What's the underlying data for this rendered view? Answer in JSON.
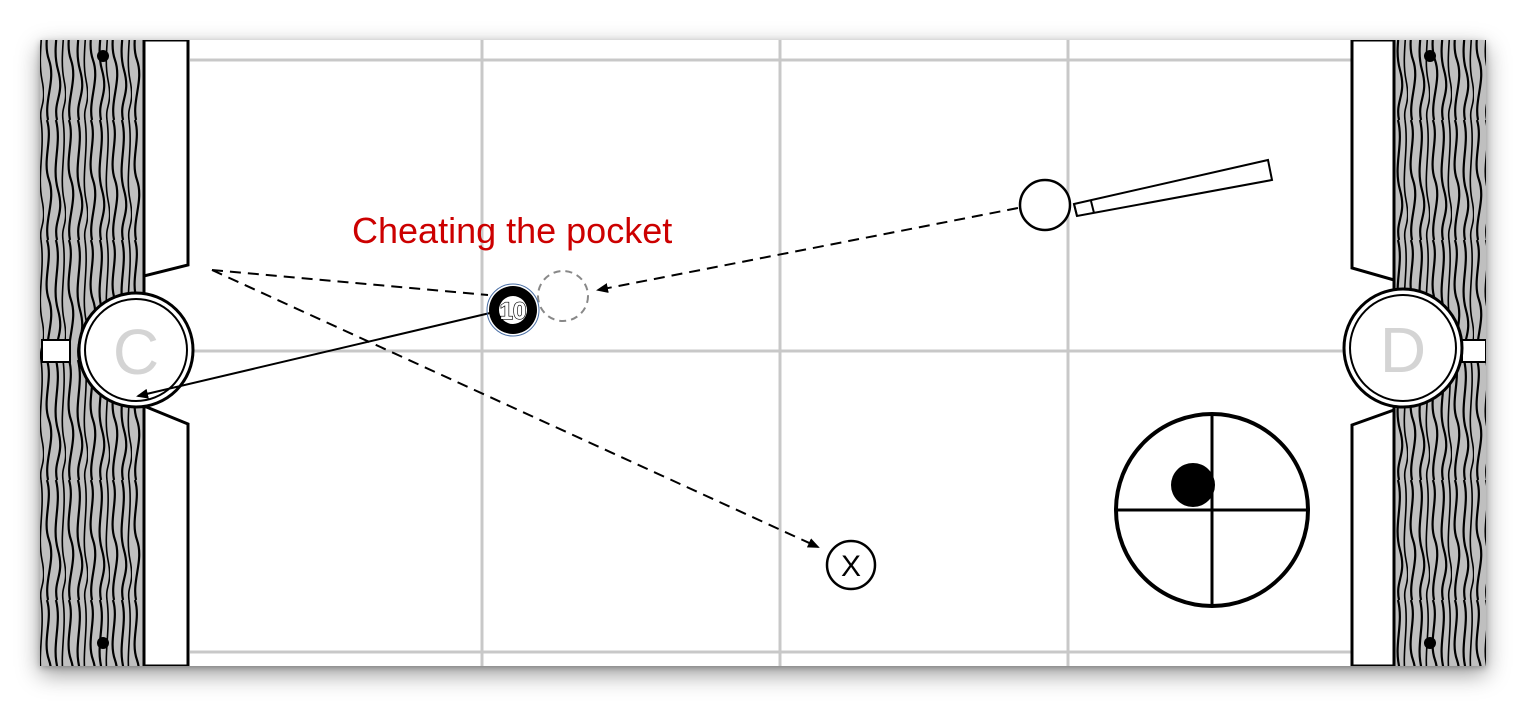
{
  "caption": "Cheating the pocket",
  "pockets": {
    "left": "C",
    "right": "D"
  },
  "object_ball": {
    "number": "10"
  },
  "target": {
    "label": "X"
  },
  "colors": {
    "caption": "#cc0000",
    "rail_wood": "#bfbfbf",
    "grid": "#c8c8c8",
    "felt": "#ffffff",
    "ink": "#000000"
  },
  "icons": {
    "cue_ball": "white-circle",
    "cue_stick": "cue-stick",
    "ghost_ball": "dashed-circle",
    "object_ball": "numbered-ball",
    "target": "circled-x",
    "english": "crosshair-circle"
  }
}
